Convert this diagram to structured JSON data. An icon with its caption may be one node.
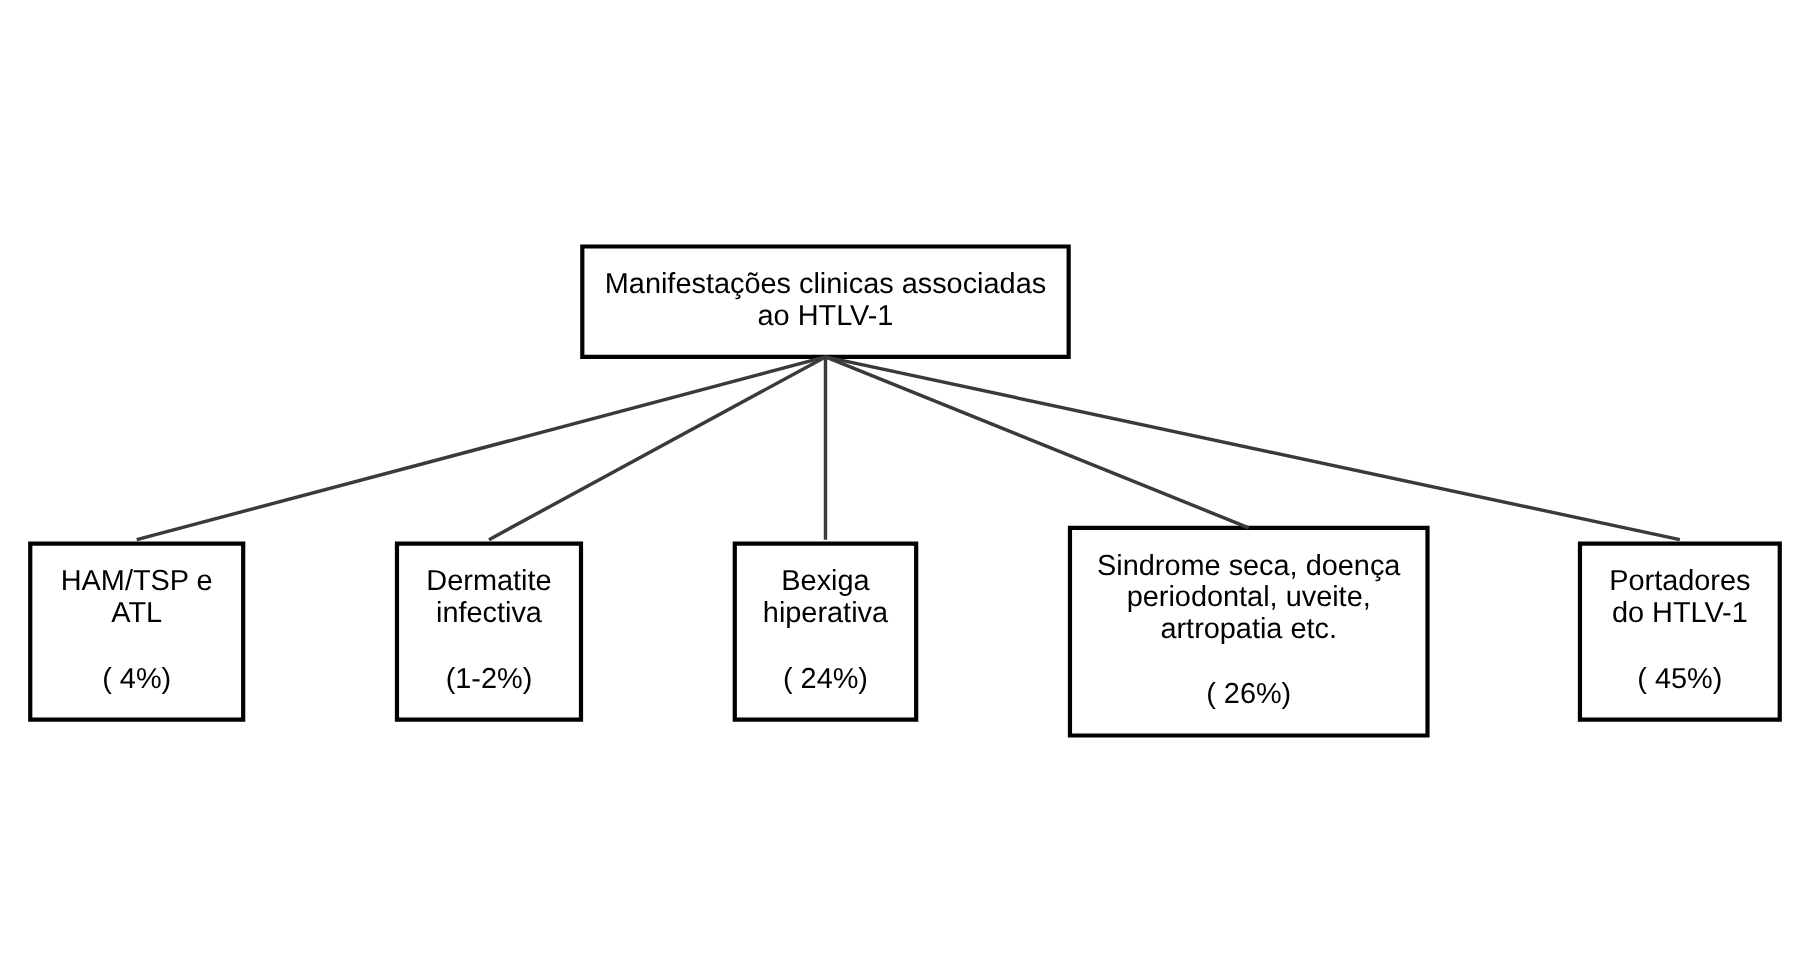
{
  "diagram": {
    "nodes": [
      {
        "text": [
          "Manifestações clinicas associadas ao HTLV-1"
        ]
      },
      {
        "text": [
          "HAM/TSP e ATL",
          "( 4%)"
        ]
      },
      {
        "text": [
          "Dermatite infectiva",
          "(1-2%)"
        ]
      },
      {
        "text": [
          "Bexiga hiperativa",
          "( 24%)"
        ]
      },
      {
        "text": [
          "Sindrome seca, doença periodontal, uveite, artropatia etc.",
          "( 26%)"
        ]
      },
      {
        "text": [
          "Portadores do HTLV-1",
          "( 45%)"
        ]
      }
    ],
    "edges": [
      {
        "from": 0,
        "to": 1,
        "arrow": "none"
      },
      {
        "from": 0,
        "to": 2,
        "arrow": "none"
      },
      {
        "from": 0,
        "to": 3,
        "arrow": "none"
      },
      {
        "from": 0,
        "to": 4,
        "arrow": "none"
      },
      {
        "from": 0,
        "to": 5,
        "arrow": "none"
      }
    ]
  }
}
